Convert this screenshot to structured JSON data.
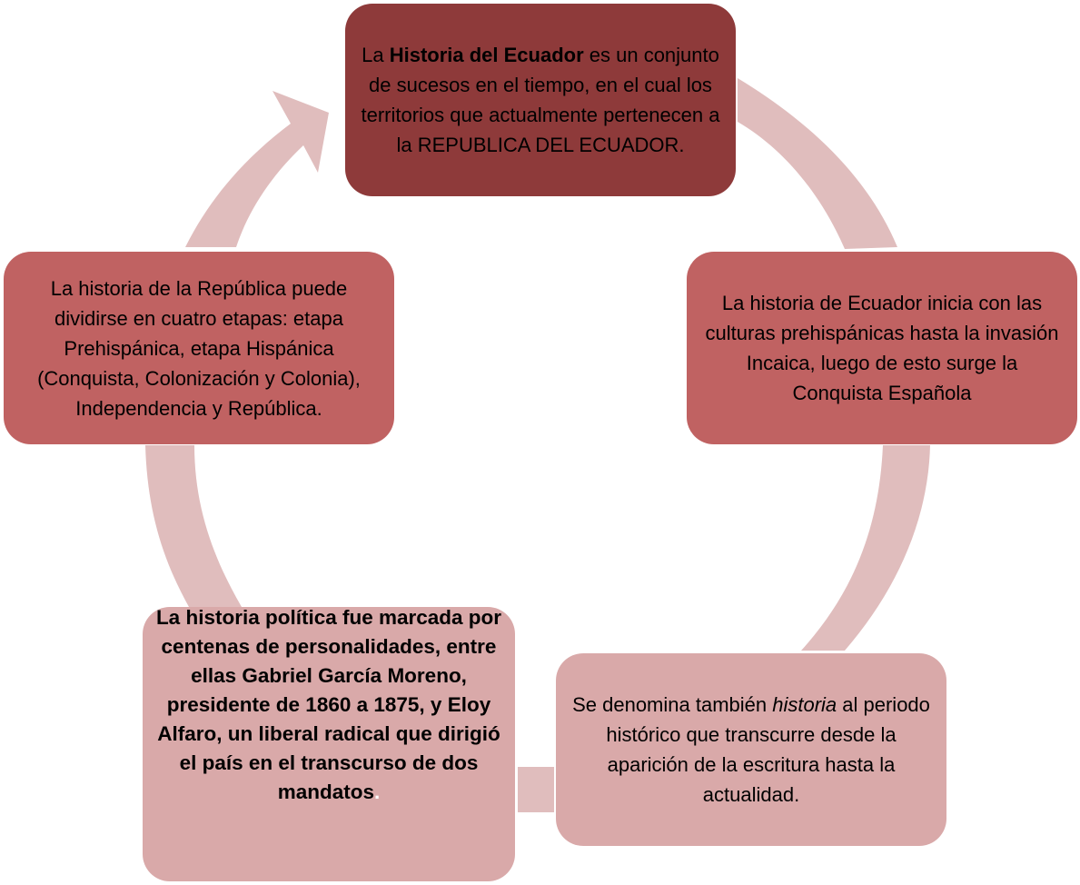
{
  "colors": {
    "arrow": "#e0bdbd",
    "node_1": "#8e3a3a",
    "node_2": "#c06262",
    "node_3": "#d9a9a9",
    "node_4": "#d9a9a9",
    "node_5": "#c06262",
    "text": "#000000",
    "dot": "#ffffff"
  },
  "nodes": [
    {
      "pre": "La ",
      "bold": "Historia del Ecuador",
      "post": " es un conjunto de sucesos en el tiempo, en el cual los territorios que actualmente pertenecen a la REPUBLICA DEL ECUADOR."
    },
    {
      "text": "La historia de Ecuador inicia con las culturas prehispánicas hasta la invasión Incaica, luego de esto surge la Conquista Española"
    },
    {
      "pre": "Se denomina también ",
      "italic": "historia",
      "post": " al periodo histórico que transcurre desde la aparición de la escritura hasta la actualidad."
    },
    {
      "text": "La historia política fue marcada por centenas de personalidades, entre ellas Gabriel García Moreno, presidente de 1860 a 1875, y Eloy Alfaro, un liberal radical que dirigió el país en el transcurso de dos mandatos",
      "trailing_dot": "."
    },
    {
      "text": "La historia de la República puede dividirse en cuatro etapas: etapa Prehispánica, etapa Hispánica (Conquista, Colonización y Colonia), Independencia y República."
    }
  ]
}
